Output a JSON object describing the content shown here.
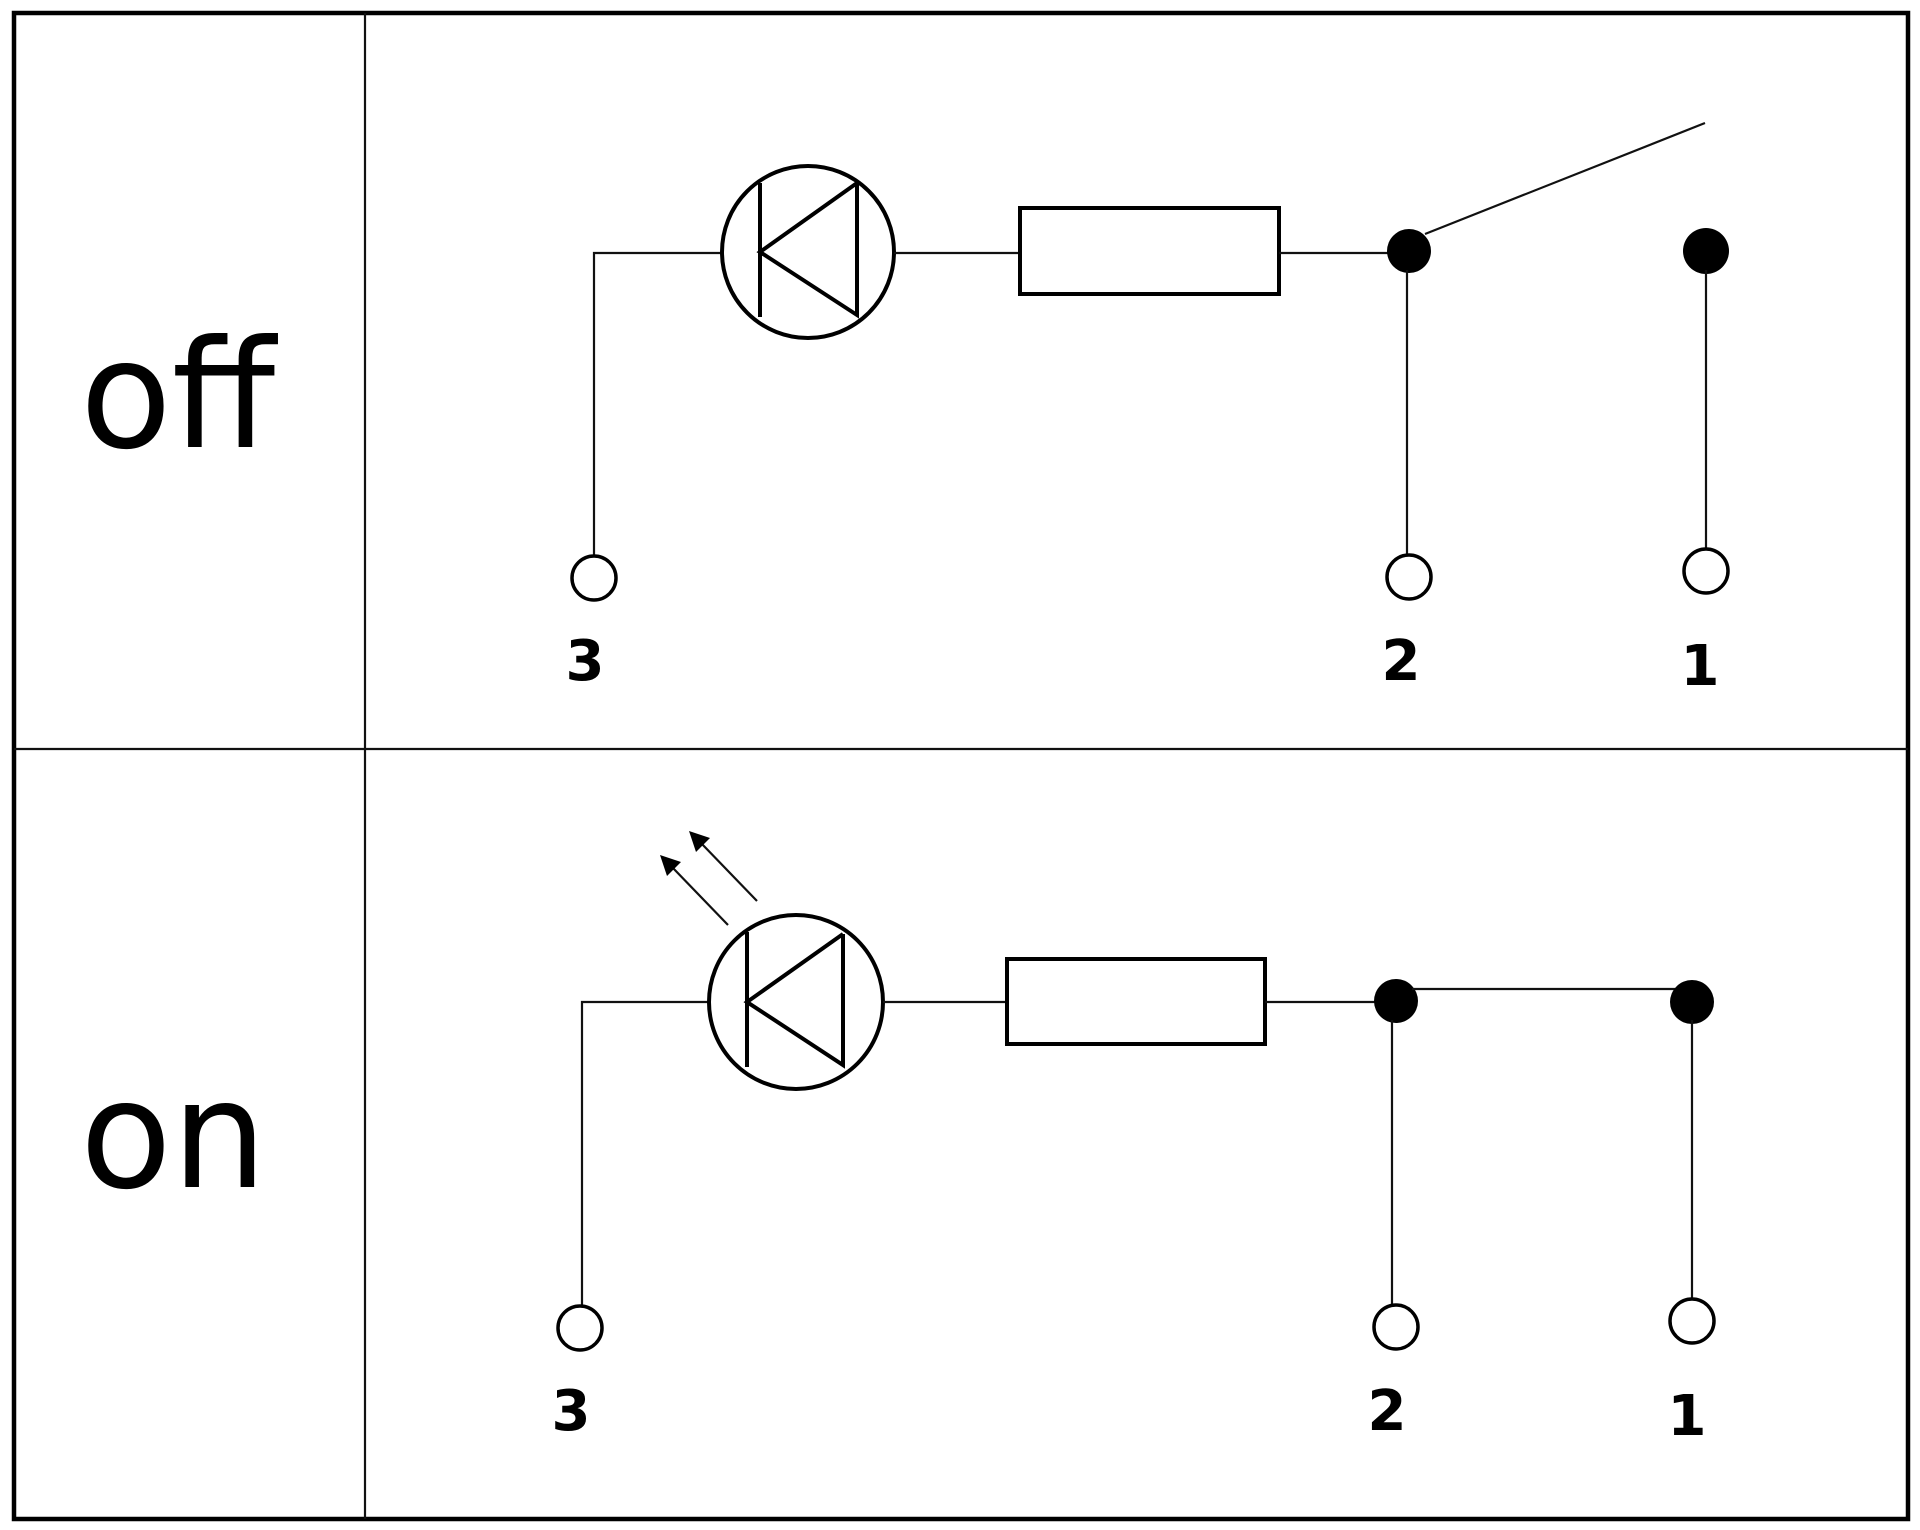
{
  "diagram": {
    "rows": [
      {
        "id": "off",
        "state_label": "off",
        "switch_state": "open",
        "led_emitting": false,
        "terminals": [
          {
            "label": "3",
            "role": "led-cathode-terminal"
          },
          {
            "label": "2",
            "role": "common-terminal"
          },
          {
            "label": "1",
            "role": "switch-contact-terminal"
          }
        ]
      },
      {
        "id": "on",
        "state_label": "on",
        "switch_state": "closed",
        "led_emitting": true,
        "terminals": [
          {
            "label": "3",
            "role": "led-cathode-terminal"
          },
          {
            "label": "2",
            "role": "common-terminal"
          },
          {
            "label": "1",
            "role": "switch-contact-terminal"
          }
        ]
      }
    ],
    "components": [
      "led",
      "resistor",
      "switch"
    ],
    "colors": {
      "line": "#000000",
      "background": "#ffffff"
    }
  }
}
